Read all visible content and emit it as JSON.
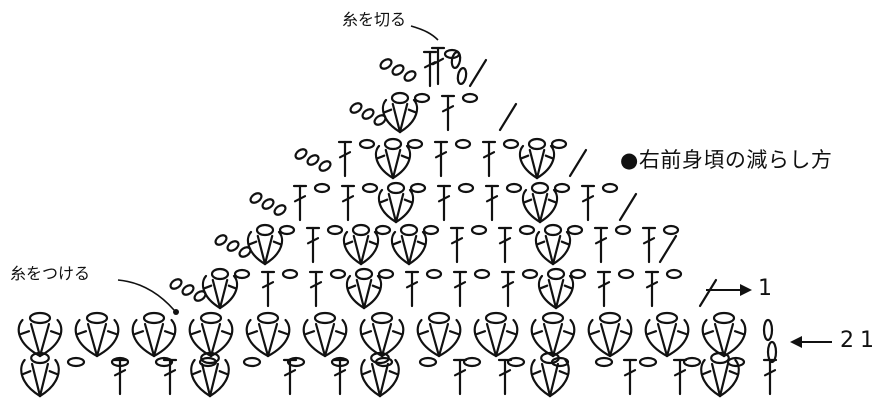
{
  "diagram": {
    "title": "●右前身頃の減らし方",
    "cut_yarn_label": "糸を切る",
    "attach_yarn_label": "糸をつける",
    "row_start_label": "1",
    "row_end_label": "21"
  },
  "colors": {
    "ink": "#111111",
    "background": "#ffffff"
  }
}
